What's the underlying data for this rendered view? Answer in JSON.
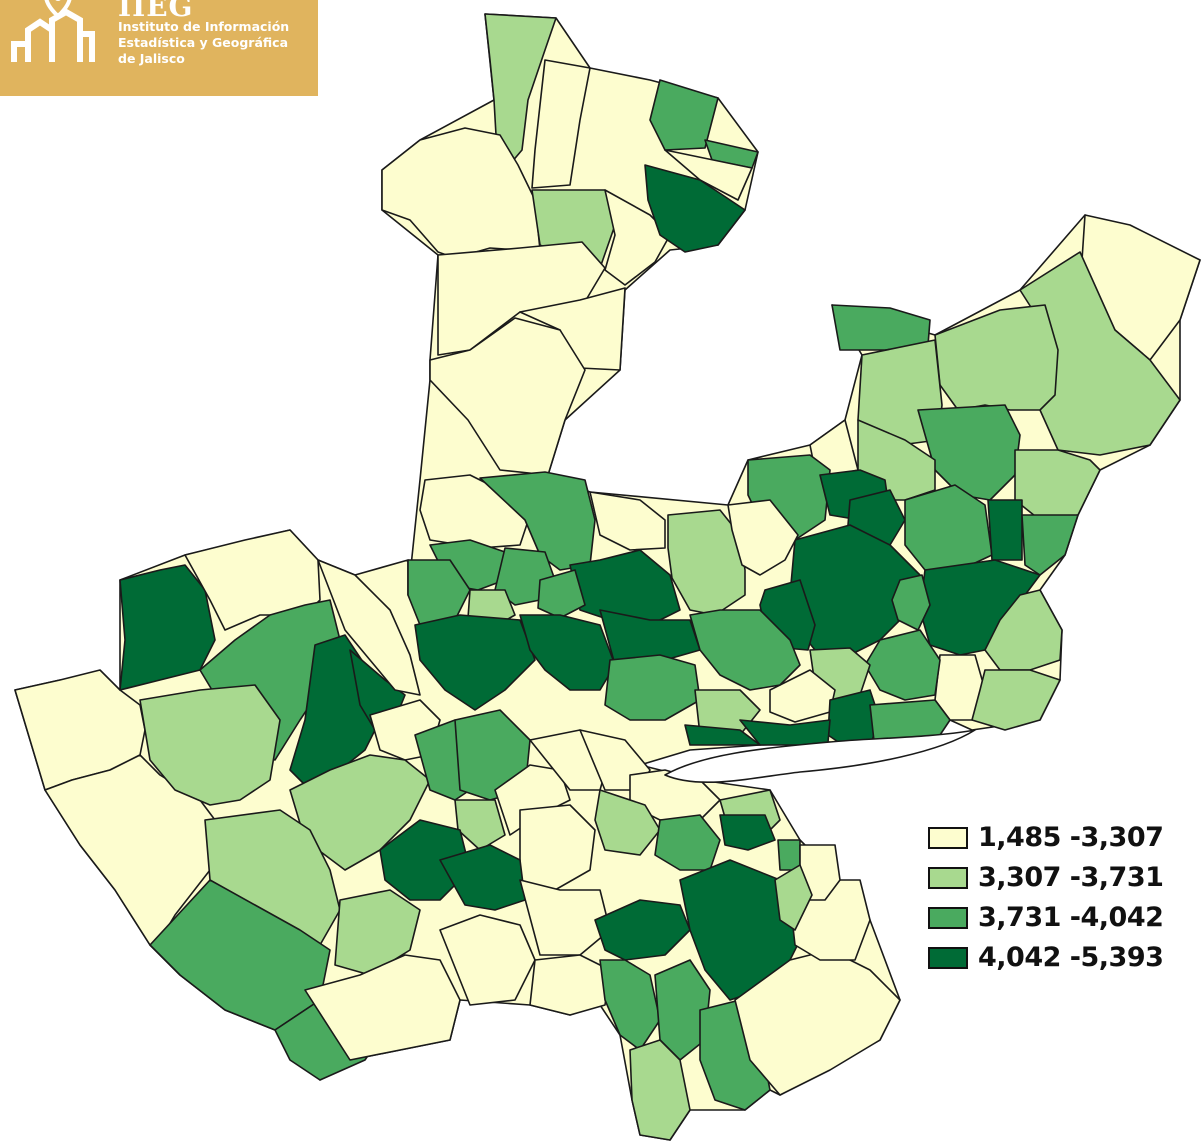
{
  "logo": {
    "abbreviation": "IIEG",
    "line1": "Instituto de Información",
    "line2": "Estadística y Geográfica",
    "line3": "de Jalisco",
    "background_color": "#e0b45e",
    "icon": "city-buildings-location-pin-icon"
  },
  "map": {
    "region": "Jalisco",
    "unit": "municipalities",
    "border_color": "#1a1a1a"
  },
  "legend": {
    "placement": "bottom-right",
    "items": [
      {
        "label": "1,485 -3,307",
        "color": "#fdfdcf",
        "class": 1
      },
      {
        "label": "3,307 -3,731",
        "color": "#a8d98f",
        "class": 2
      },
      {
        "label": "3,731 -4,042",
        "color": "#4aaa5f",
        "class": 3
      },
      {
        "label": "4,042 -5,393",
        "color": "#006b36",
        "class": 4
      }
    ]
  }
}
